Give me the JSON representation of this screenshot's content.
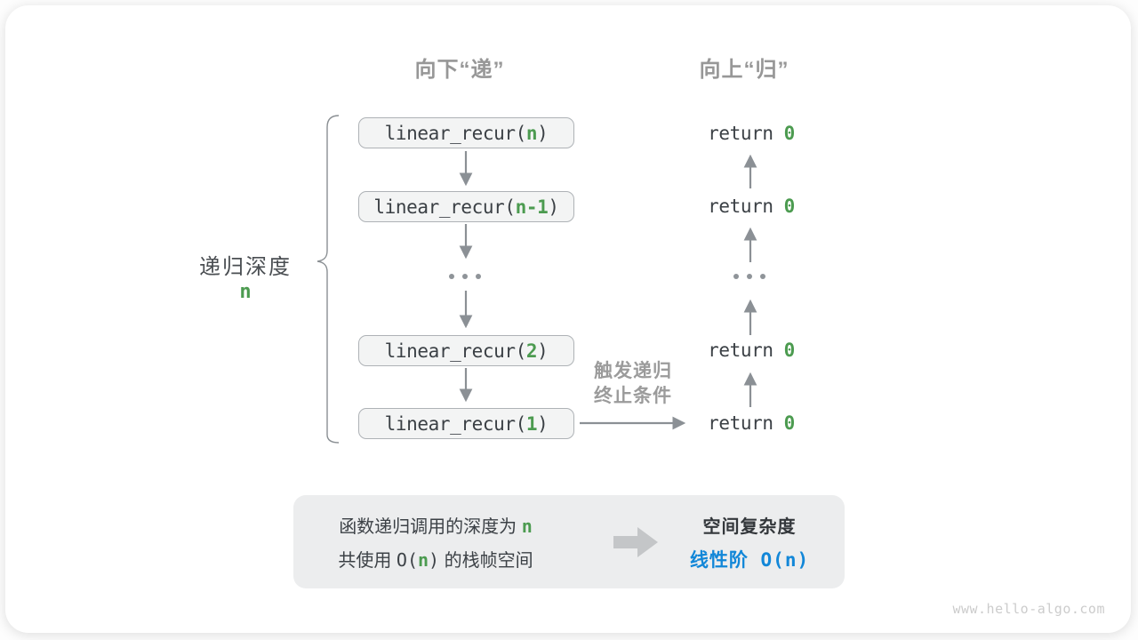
{
  "colors": {
    "green": "#4c9b50",
    "blue": "#1287d8",
    "arrow_gray": "#8b9095",
    "header_gray": "#979797",
    "box_fill": "#f3f4f4",
    "box_border": "#aeb2b6",
    "summary_fill": "#ecedee"
  },
  "headers": {
    "down": "向下“递”",
    "up": "向上“归”"
  },
  "depth": {
    "label": "递归深度",
    "value": "n"
  },
  "stack": {
    "frames": [
      {
        "func": "linear_recur(",
        "arg": "n",
        "close": ")"
      },
      {
        "func": "linear_recur(",
        "arg": "n-1",
        "close": ")"
      },
      {
        "func": "linear_recur(",
        "arg": "2",
        "close": ")"
      },
      {
        "func": "linear_recur(",
        "arg": "1",
        "close": ")"
      }
    ],
    "ellipsis": "..."
  },
  "returns": {
    "rows": [
      {
        "kw": "return",
        "val": "0"
      },
      {
        "kw": "return",
        "val": "0"
      },
      {
        "kw": "return",
        "val": "0"
      },
      {
        "kw": "return",
        "val": "0"
      }
    ],
    "ellipsis": "..."
  },
  "annotation": {
    "line1": "触发递归",
    "line2": "终止条件"
  },
  "summary": {
    "line1_pre": "函数递归调用的深度为",
    "line1_value": "n",
    "line2_pre": "共使用",
    "line2_o_open": "O(",
    "line2_value": "n",
    "line2_o_close": ")",
    "line2_post": "的栈帧空间",
    "right_title": "空间复杂度",
    "right_value_cjk": "线性阶",
    "right_value_o": "O(n)"
  },
  "watermark": "www.hello-algo.com"
}
